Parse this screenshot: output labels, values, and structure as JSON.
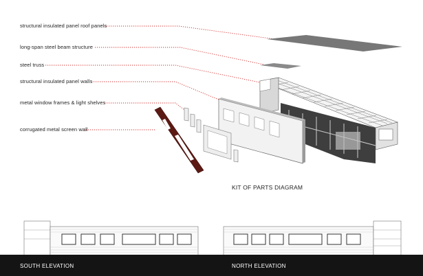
{
  "labels": [
    "structural insulated panel roof panels",
    "long-span steel beam structure",
    "steel truss",
    "structural insulated panel walls",
    "metal window frames & light shelves",
    "corrugated metal screen wall"
  ],
  "diagram_title": "KIT OF PARTS DIAGRAM",
  "elevations": {
    "south": "SOUTH ELEVATION",
    "north": "NORTH ELEVATION"
  },
  "colors": {
    "leader": "#d62a2a",
    "screen_wall": "#5c1a14",
    "roof_panel": "#777777",
    "band": "#141414"
  }
}
